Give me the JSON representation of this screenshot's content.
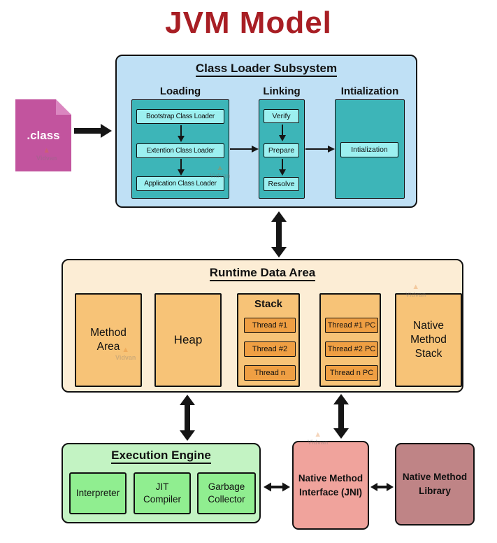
{
  "title": "JVM Model",
  "class_file_label": ".class",
  "class_loader": {
    "title": "Class Loader Subsystem",
    "loading_label": "Loading",
    "linking_label": "Linking",
    "init_label": "Intialization",
    "loading_items": [
      "Bootstrap Class Loader",
      "Extention Class Loader",
      "Application Class Loader"
    ],
    "linking_items": [
      "Verify",
      "Prepare",
      "Resolve"
    ],
    "init_items": [
      "Intialization"
    ]
  },
  "runtime": {
    "title": "Runtime Data Area",
    "method_area": "Method Area",
    "heap": "Heap",
    "stack_title": "Stack",
    "stack_items": [
      "Thread #1",
      "Thread #2",
      "Thread n"
    ],
    "pc_items": [
      "Thread #1 PC",
      "Thread #2 PC",
      "Thread n PC"
    ],
    "native_stack": "Native Method Stack"
  },
  "execution": {
    "title": "Execution Engine",
    "items": [
      "Interpreter",
      "JIT Compiler",
      "Garbage Collector"
    ]
  },
  "jni_label": "Native Method Interface (JNI)",
  "native_library_label": "Native Method Library",
  "watermark": "Vidvan",
  "colors": {
    "title_red": "#A81E24",
    "blue_bg": "#BFE0F5",
    "teal": "#3DB5B8",
    "cyan_box": "#9CF0F0",
    "magenta": "#C2549E",
    "magenta_light": "#DA86C0",
    "cream_bg": "#FCEDD5",
    "orange_box": "#F7C377",
    "orange_dark": "#EF9F43",
    "green_bg": "#C3F3C3",
    "green_box": "#90EE90",
    "salmon": "#F0A39C",
    "mauve": "#BF8486"
  }
}
